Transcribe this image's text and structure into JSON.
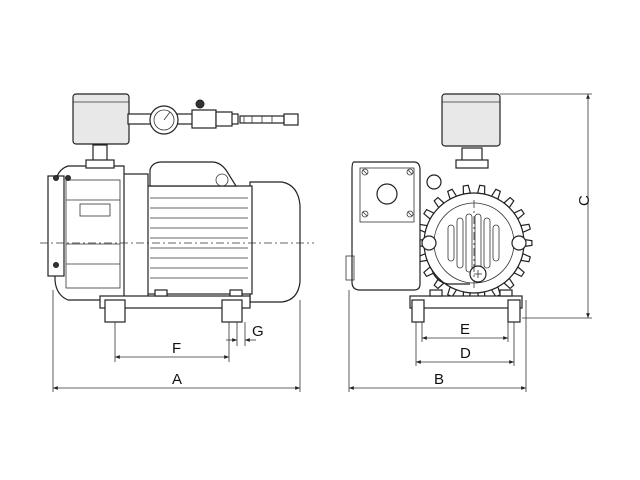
{
  "dimensions": {
    "A": "A",
    "B": "B",
    "C": "C",
    "D": "D",
    "E": "E",
    "F": "F",
    "G": "G"
  },
  "colors": {
    "line": "#222222",
    "background": "#ffffff"
  }
}
